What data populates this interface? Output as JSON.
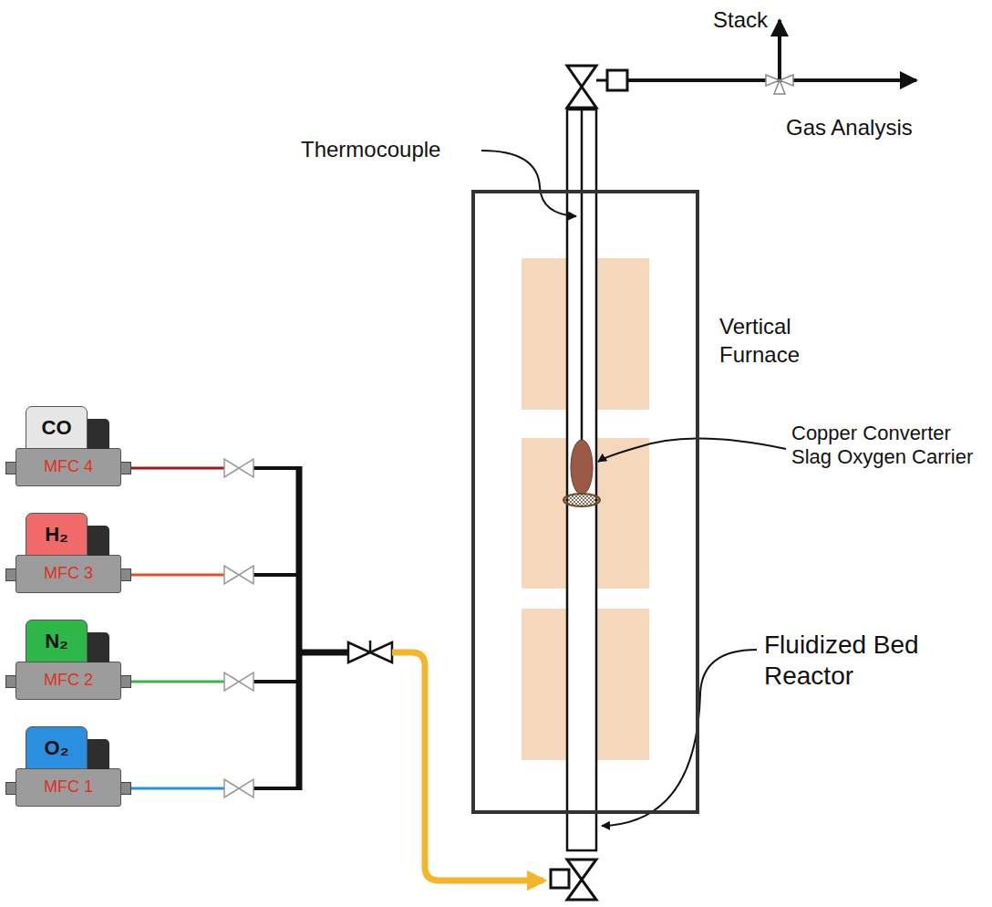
{
  "diagram": {
    "nodes": [
      {
        "text": [
          "Vertical Furnace"
        ]
      },
      {
        "text": [
          "CO",
          "MFC 4"
        ]
      },
      {
        "text": [
          "H₂",
          "MFC 3"
        ]
      },
      {
        "text": [
          "N₂",
          "MFC 2"
        ]
      },
      {
        "text": [
          "O₂",
          "MFC 1"
        ]
      }
    ],
    "labels": [
      "Stack",
      "Gas Analysis",
      "Thermocouple",
      "Copper Converter Slag Oxygen Carrier",
      "Fluidized Bed Reactor"
    ]
  }
}
